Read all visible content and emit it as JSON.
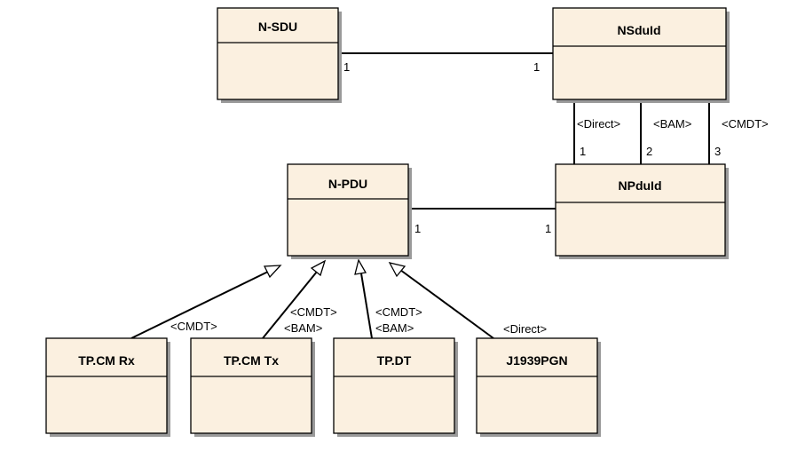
{
  "classes": {
    "nsdu": "N-SDU",
    "nsduid": "NSduId",
    "npdu": "N-PDU",
    "npduid": "NPduId",
    "tpcm_rx": "TP.CM Rx",
    "tpcm_tx": "TP.CM Tx",
    "tpdt": "TP.DT",
    "j1939pgn": "J1939PGN"
  },
  "associations": {
    "nsdu_nsduid": {
      "source_multiplicity": "1",
      "target_multiplicity": "1"
    },
    "npdu_npduid": {
      "source_multiplicity": "1",
      "target_multiplicity": "1"
    },
    "nsduid_npduid": [
      {
        "stereotype": "<Direct>",
        "multiplicity": "1"
      },
      {
        "stereotype": "<BAM>",
        "multiplicity": "2"
      },
      {
        "stereotype": "<CMDT>",
        "multiplicity": "3"
      }
    ]
  },
  "generalizations": {
    "tpcm_rx": {
      "stereotype": "<CMDT>"
    },
    "tpcm_tx": {
      "stereotype_1": "<CMDT>",
      "stereotype_2": "<BAM>"
    },
    "tpdt": {
      "stereotype_1": "<CMDT>",
      "stereotype_2": "<BAM>"
    },
    "j1939pgn": {
      "stereotype": "<Direct>"
    }
  },
  "colors": {
    "class_fill": "#fbf0e0",
    "class_shadow": "#9a9a9a",
    "line": "#000000"
  }
}
